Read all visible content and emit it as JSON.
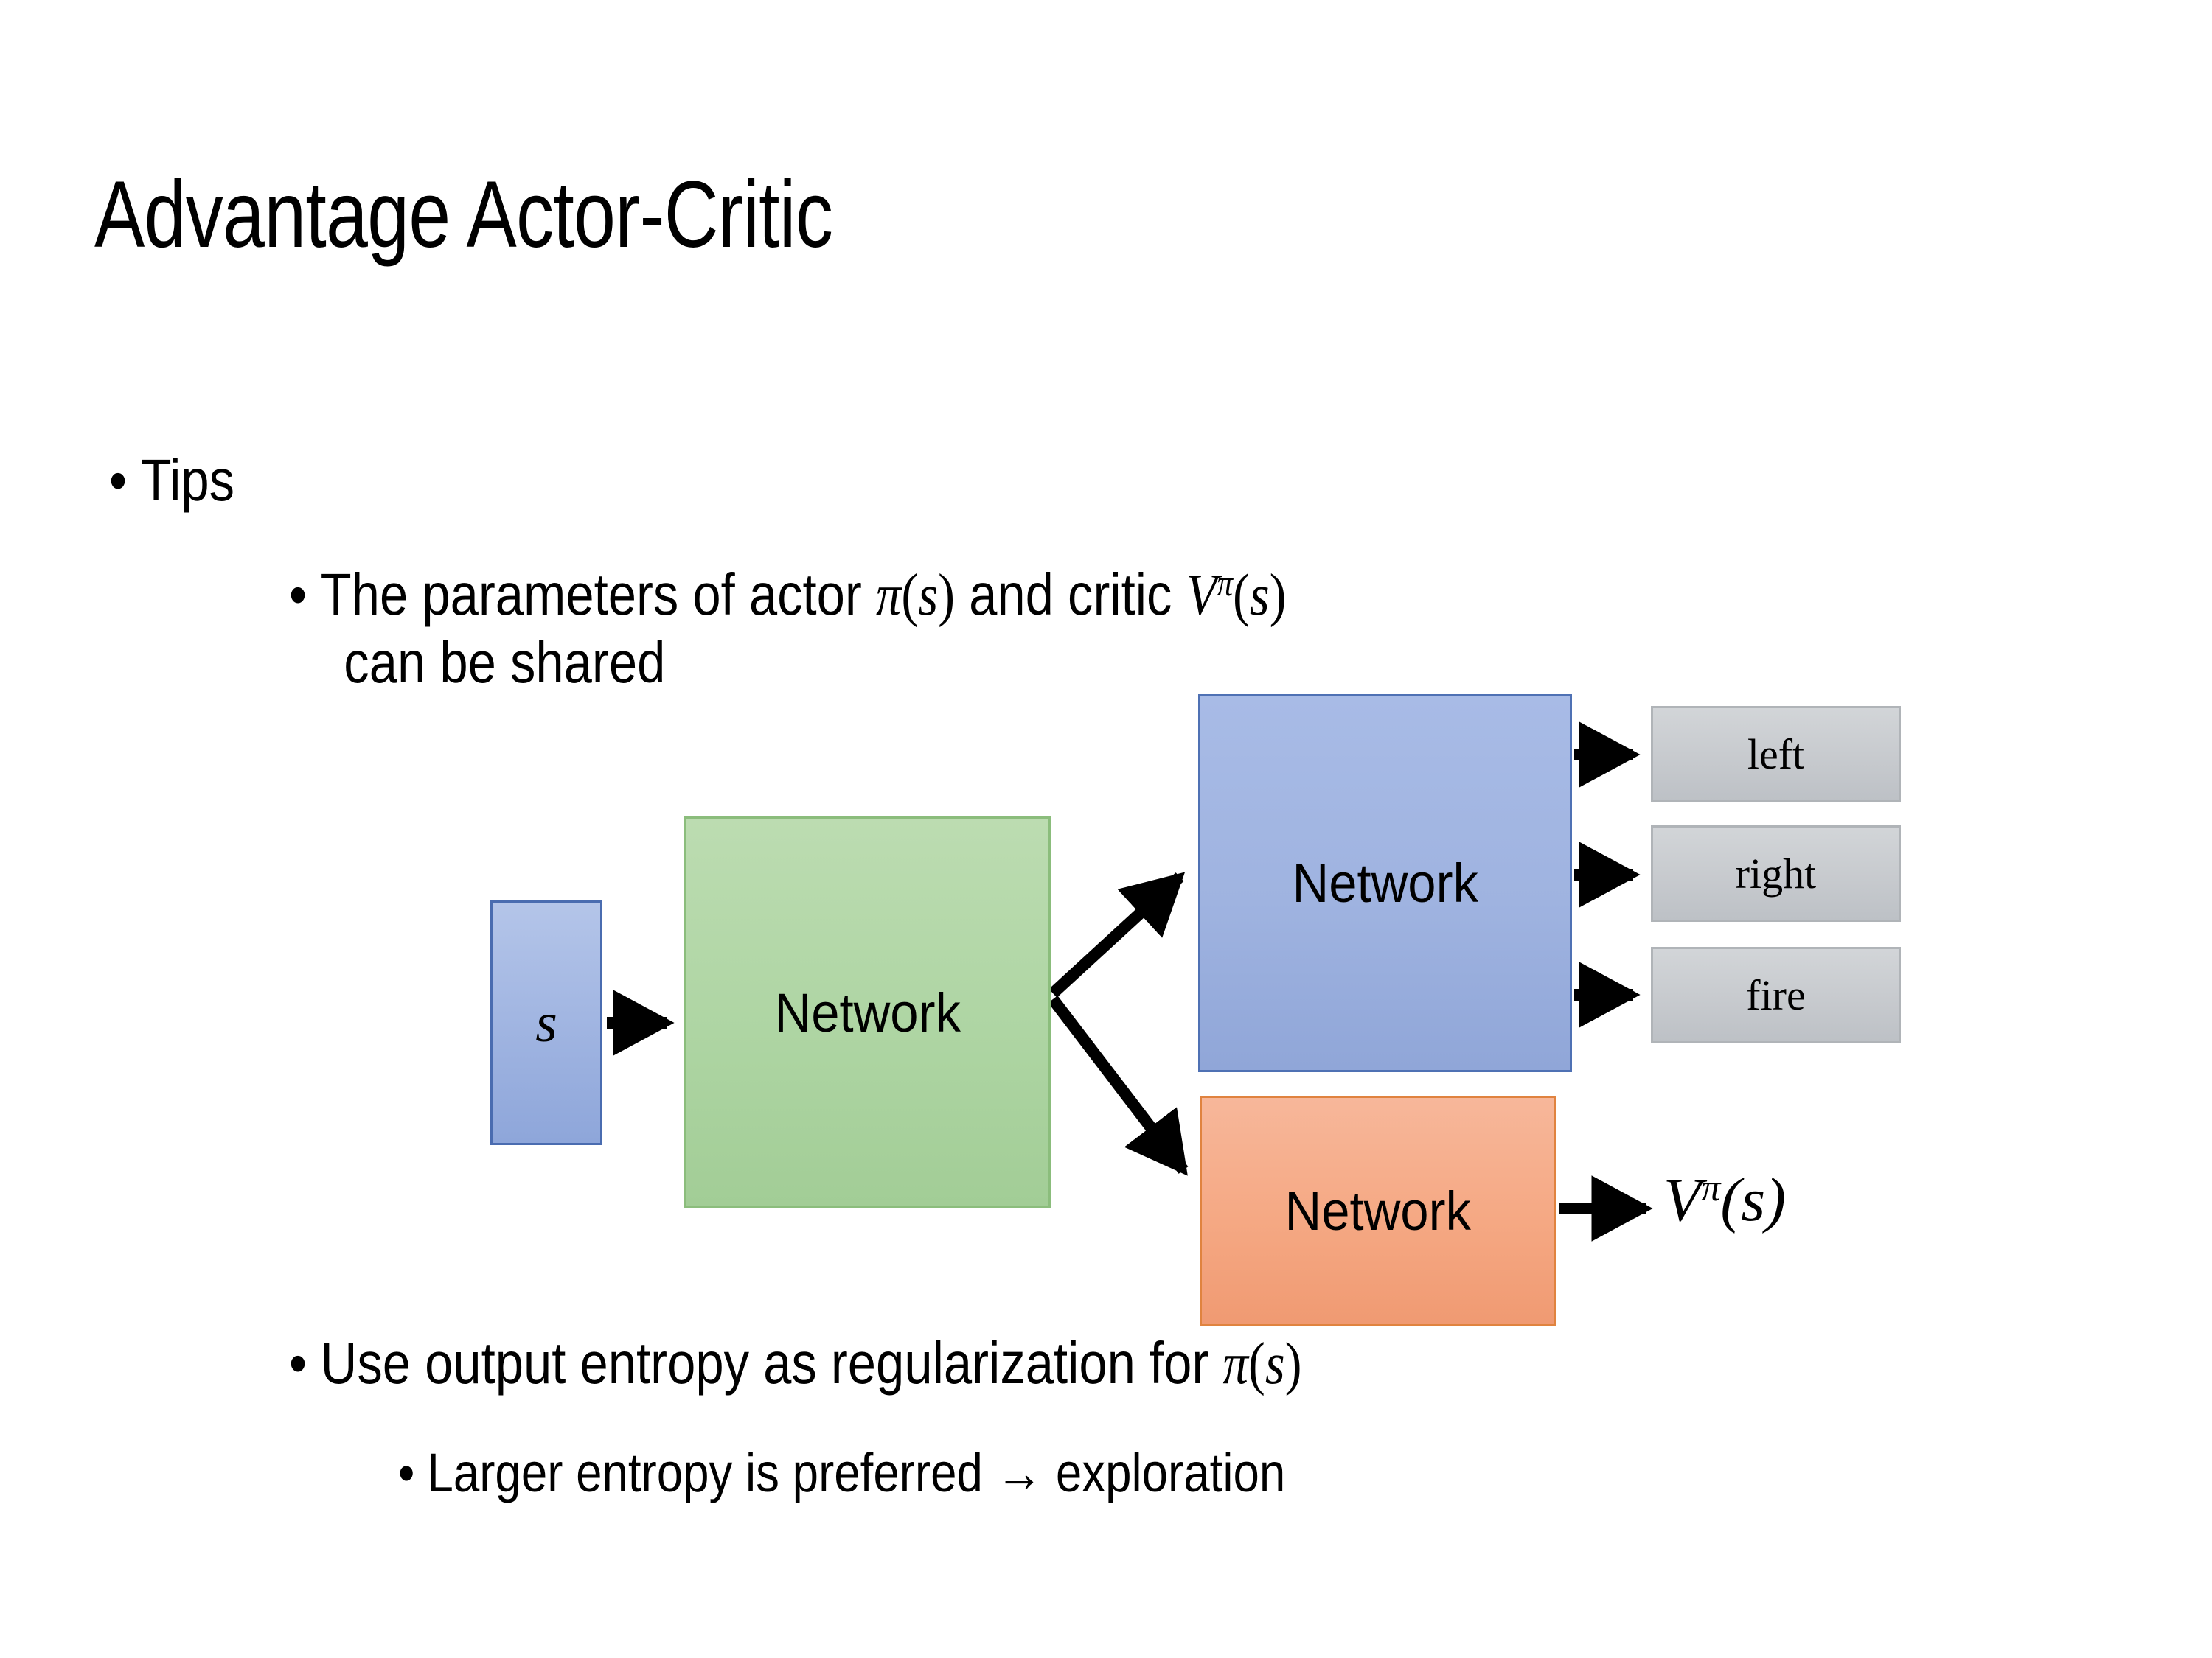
{
  "slide": {
    "title": "Advantage Actor-Critic",
    "background_color": "#ffffff"
  },
  "bullets": {
    "level1_tips": "Tips",
    "level2_shared_line1_pre": "The parameters of actor ",
    "level2_shared_math1": "π(s)",
    "level2_shared_mid": "  and critic ",
    "level2_shared_math2": "Vπ(s)",
    "level2_shared_line2": "can be shared",
    "level2_entropy_pre": "Use output entropy as regularization for ",
    "level2_entropy_math": "π(s)",
    "level3_exploration": "Larger entropy is preferred → exploration"
  },
  "math": {
    "pi": "π",
    "s": "s",
    "V": "V",
    "paren_open": "(",
    "paren_close": ")"
  },
  "diagram": {
    "input_box": {
      "label": "s",
      "fill": "#9fb3e0",
      "border": "#4a6cb0"
    },
    "shared_network": {
      "label": "Network",
      "fill": "#aed5a3",
      "border": "#8bbd7c"
    },
    "actor_network": {
      "label": "Network",
      "fill": "#9fb3e0",
      "border": "#4f71b4"
    },
    "critic_network": {
      "label": "Network",
      "fill": "#f5a883",
      "border": "#e0833f"
    },
    "actions": [
      {
        "label": "left",
        "fill": "#c7cace"
      },
      {
        "label": "right",
        "fill": "#c7cace"
      },
      {
        "label": "fire",
        "fill": "#c7cace"
      }
    ],
    "critic_output": {
      "V": "V",
      "pi": "π",
      "arg": "(s)"
    },
    "arrow_color": "#000000"
  }
}
